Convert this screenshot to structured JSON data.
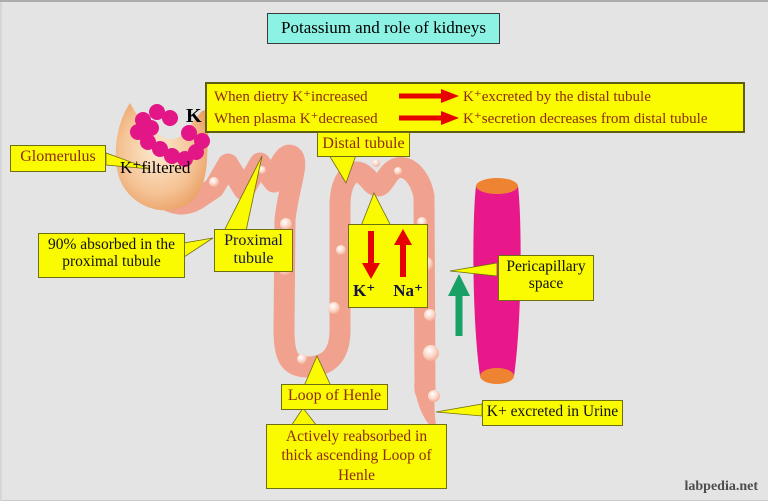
{
  "title": "Potassium and role of kidneys",
  "watermark": "labpedia.net",
  "info_box": {
    "rows": [
      {
        "left": "When dietry K⁺increased",
        "right": "K⁺excreted by the distal tubule"
      },
      {
        "left": "When plasma K⁺decreased",
        "right": "K⁺secretion decreases from distal tubule"
      }
    ]
  },
  "labels": {
    "glomerulus": "Glomerulus",
    "k_marker": "K",
    "k_filtered": "K⁺filtered",
    "distal_tubule": "Distal tubule",
    "proximal_tubule": "Proximal tubule",
    "absorbed_note": "90% absorbed in the proximal tubule",
    "k_ion": "K⁺",
    "na_ion": "Na⁺",
    "loop_of_henle": "Loop of Henle",
    "actively_note": "Actively reabsorbed in thick ascending Loop of Henle",
    "pericapillary": "Pericapillary space",
    "urine": "K+ excreted in Urine"
  },
  "colors": {
    "background": "#E4E4E4",
    "label_yellow": "#FAFA00",
    "title_cyan": "#8CF2E4",
    "dark_red_text": "#8C2B11",
    "tubule_pink": "#F0A28E",
    "capillary_magenta": "#E8178A",
    "capillary_cap_orange": "#EE8432",
    "glomerulus_dot_magenta": "#E31687",
    "arrow_red": "#E60000",
    "arrow_green": "#18A066"
  }
}
